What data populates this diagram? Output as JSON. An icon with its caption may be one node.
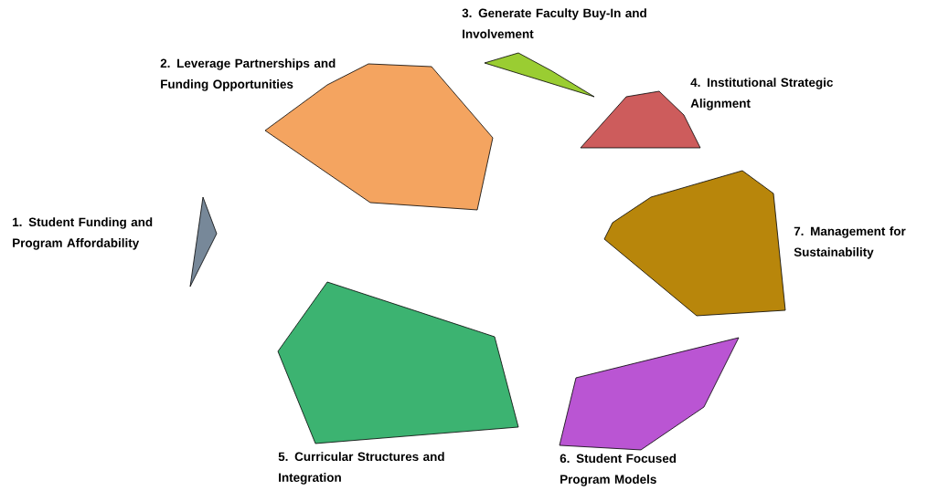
{
  "diagram": {
    "nodes": [
      {
        "text": [
          "1. Student Funding and Program Affordability"
        ]
      },
      {
        "text": [
          "2. Leverage Partnerships and Funding Opportunities"
        ]
      },
      {
        "text": [
          "3. Generate Faculty Buy-In and Involvement"
        ]
      },
      {
        "text": [
          "4. Institutional Strategic Alignment"
        ]
      },
      {
        "text": [
          "5. Curricular Structures and Integration"
        ]
      },
      {
        "text": [
          "6. Student Focused Program Models"
        ]
      },
      {
        "text": [
          "7. Management for Sustainability"
        ]
      }
    ]
  }
}
